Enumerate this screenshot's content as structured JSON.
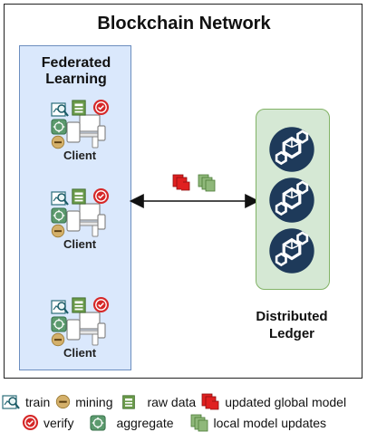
{
  "title": "Blockchain Network",
  "federated": {
    "title_line1": "Federated",
    "title_line2": "Learning",
    "clients": [
      {
        "label": "Client"
      },
      {
        "label": "Client"
      },
      {
        "label": "Client"
      }
    ]
  },
  "ledger": {
    "title_line1": "Distributed",
    "title_line2": "Ledger"
  },
  "legend": {
    "train": "train",
    "mining": "mining",
    "raw_data": "raw data",
    "updated_global_model": "updated global model",
    "verify": "verify",
    "aggregate": "aggregate",
    "local_model_updates": "local model updates"
  },
  "colors": {
    "fl_fill": "#dae8fc",
    "fl_border": "#6c8ebf",
    "ledger_fill": "#d5e8d4",
    "ledger_border": "#82b366",
    "block": "#1e3a5a",
    "global_model": "#e02020",
    "local_update": "#6a9a4a",
    "verify": "#d62828",
    "mining": "#c9a24a"
  }
}
